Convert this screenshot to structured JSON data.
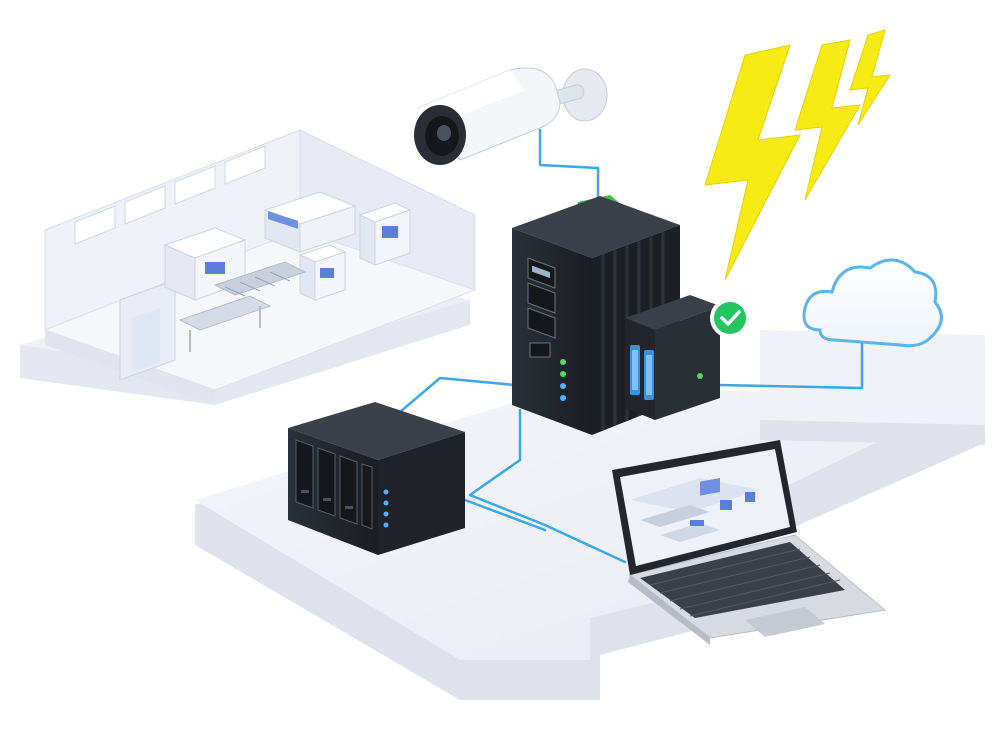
{
  "diagram": {
    "nodes": [
      {
        "id": "factory",
        "icon": "factory-building-icon"
      },
      {
        "id": "camera",
        "icon": "security-camera-icon"
      },
      {
        "id": "switch",
        "icon": "industrial-switch-icon"
      },
      {
        "id": "power-module",
        "icon": "din-rail-power-supply-icon"
      },
      {
        "id": "status",
        "icon": "checkmark-badge-icon"
      },
      {
        "id": "lightning",
        "icon": "lightning-surge-icon"
      },
      {
        "id": "cloud",
        "icon": "cloud-icon"
      },
      {
        "id": "nas",
        "icon": "nas-storage-icon"
      },
      {
        "id": "laptop",
        "icon": "laptop-icon"
      }
    ],
    "links": [
      {
        "from": "camera",
        "to": "switch"
      },
      {
        "from": "switch",
        "to": "nas"
      },
      {
        "from": "switch",
        "to": "laptop"
      },
      {
        "from": "nas",
        "to": "laptop"
      },
      {
        "from": "power-module",
        "to": "cloud"
      }
    ],
    "colors": {
      "link": "#3aa8e8",
      "device": "#23272e",
      "port_led": "#4fb3ff",
      "status_green": "#22c55e",
      "lightning": "#f5ea14",
      "platform": "#eef0f6",
      "cloud_outline": "#5ab4ea"
    }
  }
}
